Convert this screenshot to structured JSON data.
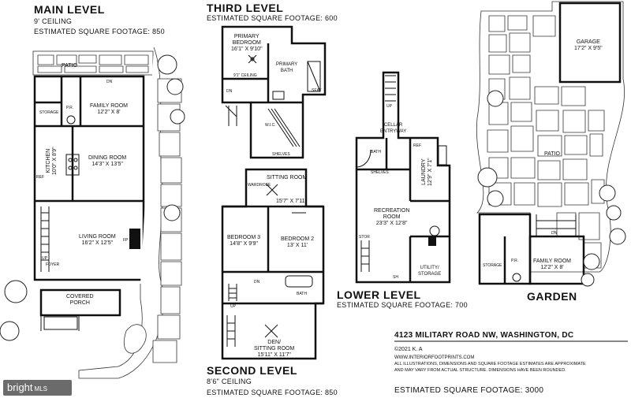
{
  "main_level": {
    "title": "MAIN LEVEL",
    "ceiling": "9' CEILING",
    "sqft": "ESTIMATED SQUARE FOOTAGE: 850",
    "rooms": {
      "patio": "PATIO",
      "storage": "STORAGE",
      "pr": "P.R.",
      "family_room": "FAMILY ROOM",
      "family_room_dim": "12'2\" X 8'",
      "kitchen": "KITCHEN",
      "kitchen_dim": "10'0\" X 8'9\"",
      "dining_room": "DINING ROOM",
      "dining_room_dim": "14'3\" X 13'5\"",
      "living_room": "LIVING ROOM",
      "living_room_dim": "16'2\" X 12'5\"",
      "foyer": "FOYER",
      "covered_porch": "COVERED",
      "covered_porch_2": "PORCH",
      "up": "UP",
      "dn": "DN",
      "fp": "FP",
      "ref": "REF"
    }
  },
  "third_level": {
    "title": "THIRD LEVEL",
    "sqft": "ESTIMATED SQUARE FOOTAGE: 600",
    "rooms": {
      "primary_bedroom": "PRIMARY",
      "primary_bedroom_2": "BEDROOM",
      "primary_bedroom_dim": "16'1\" X 9'10\"",
      "primary_bedroom_ceiling": "9'1\" CEILING",
      "primary_bath": "PRIMARY",
      "primary_bath_2": "BATH",
      "wic": "W.I.C.",
      "seat": "SEAT",
      "shelves": "SHELVES",
      "dn": "DN"
    }
  },
  "second_level": {
    "title": "SECOND LEVEL",
    "ceiling": "8'6\" CEILING",
    "sqft": "ESTIMATED SQUARE FOOTAGE: 850",
    "rooms": {
      "sitting_room": "SITTING ROOM",
      "sitting_room_dim": "15'7\" X 7'11\"",
      "bedroom3": "BEDROOM 3",
      "bedroom3_dim": "14'8\" X 9'9\"",
      "bedroom2": "BEDROOM 2",
      "bedroom2_dim": "13' X 11'",
      "bath": "BATH",
      "den": "DEN/",
      "den_2": "SITTING ROOM",
      "den_dim": "15'11\" X 11'7\"",
      "wardrobe": "WARDROBE",
      "up": "UP",
      "dn": "DN"
    }
  },
  "lower_level": {
    "title": "LOWER LEVEL",
    "sqft": "ESTIMATED SQUARE FOOTAGE: 700",
    "rooms": {
      "cellar": "CELLAR",
      "cellar_2": "ENTRYWAY",
      "bath": "BATH",
      "laundry": "LAUNDRY",
      "laundry_dim": "12'9\" X 7'1\"",
      "recreation": "RECREATION",
      "recreation_2": "ROOM",
      "recreation_dim": "23'3\" X 12'8\"",
      "utility": "UTILITY/",
      "utility_2": "STORAGE",
      "stor": "STOR",
      "shelves": "SHELVES",
      "ref": "REF",
      "up": "UP",
      "sh": "SH"
    }
  },
  "garden": {
    "title": "GARDEN",
    "garage": "GARAGE",
    "garage_dim": "17'2\" X 9'5\"",
    "patio": "PATIO",
    "storage": "STORAGE",
    "pr": "P.R.",
    "family_room": "FAMILY ROOM",
    "family_room_dim": "12'2\" X 8'",
    "dn": "DN"
  },
  "footer": {
    "address": "4123 MILITARY ROAD NW, WASHINGTON, DC",
    "copyright": "©2021 K. A",
    "website": "WWW.INTERIORFOOTPRINTS.COM",
    "disclaimer_1": "ALL ILLUSTRATIONS, DIMENSIONS AND SQUARE FOOTAGE ESTIMATES ARE APPROXIMATE",
    "disclaimer_2": "AND MAY VARY FROM ACTUAL STRUCTURE. DIMENSIONS HAVE BEEN ROUNDED.",
    "total_sqft": "ESTIMATED SQUARE FOOTAGE: 3000"
  },
  "watermark": {
    "brand": "bright",
    "suffix": "MLS"
  }
}
